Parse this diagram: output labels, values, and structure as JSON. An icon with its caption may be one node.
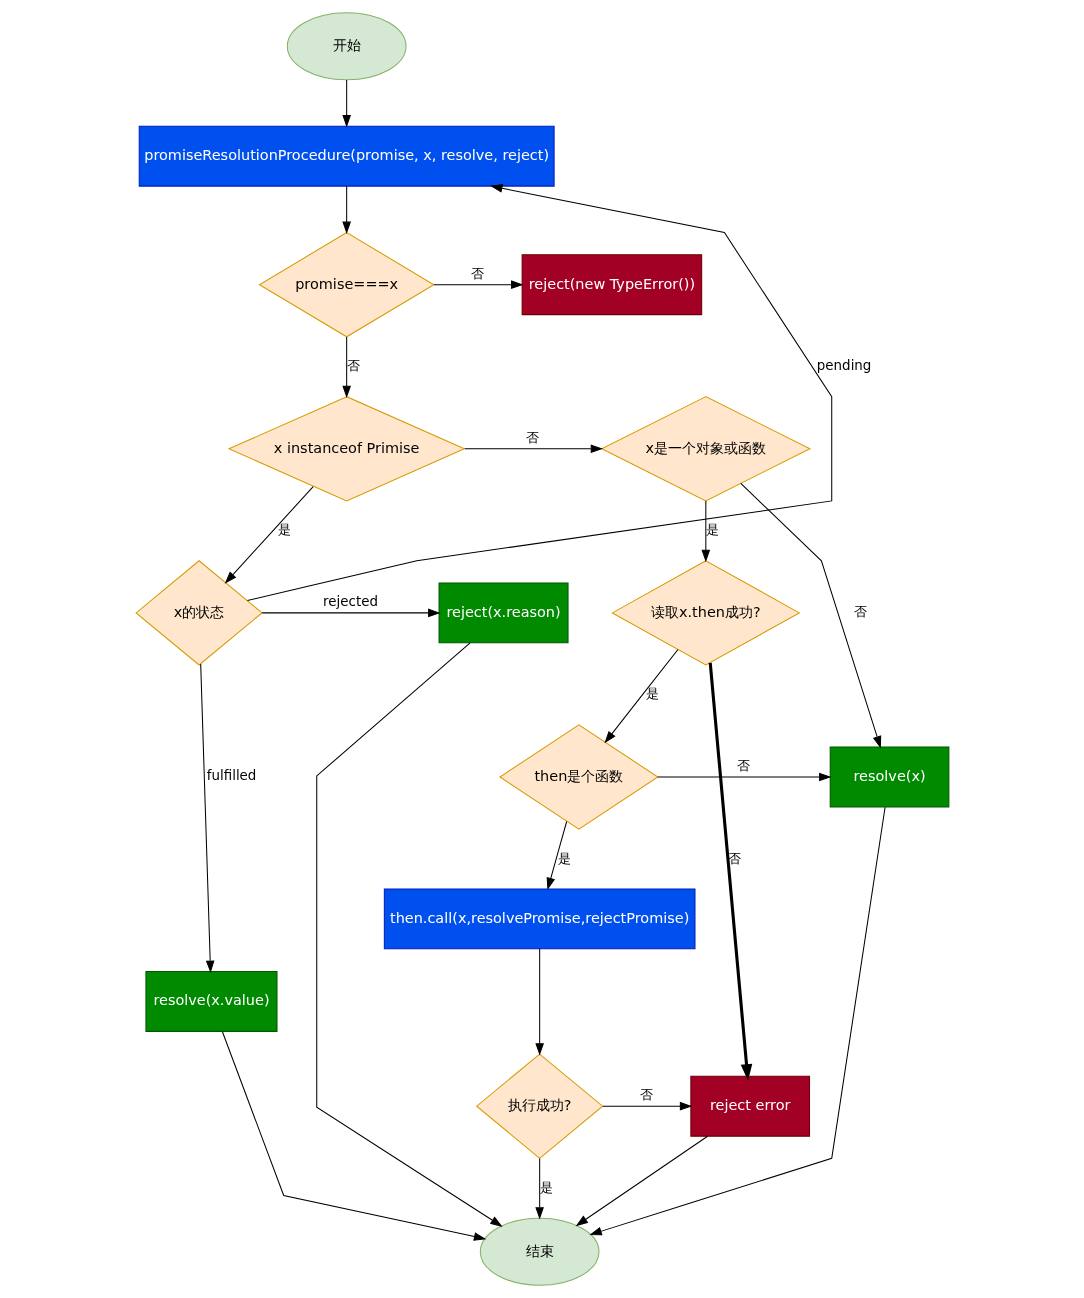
{
  "diagram": {
    "nodes": [
      {
        "text": [
          "开始"
        ]
      },
      {
        "text": [
          "promiseResolutionProcedure(promise, x, resolve, reject)"
        ]
      },
      {
        "text": [
          "promise===x"
        ]
      },
      {
        "text": [
          "reject(new TypeError())"
        ]
      },
      {
        "text": [
          "x instanceof Primise"
        ]
      },
      {
        "text": [
          "x是一个对象或函数"
        ]
      },
      {
        "text": [
          "x的状态"
        ]
      },
      {
        "text": [
          "reject(x.reason)"
        ]
      },
      {
        "text": [
          "读取x.then成功?"
        ]
      },
      {
        "text": [
          "then是个函数"
        ]
      },
      {
        "text": [
          "resolve(x)"
        ]
      },
      {
        "text": [
          "resolve(x.value)"
        ]
      },
      {
        "text": [
          "then.call(x,resolvePromise,rejectPromise)"
        ]
      },
      {
        "text": [
          "执行成功?"
        ]
      },
      {
        "text": [
          "reject error"
        ]
      },
      {
        "text": [
          "结束"
        ]
      }
    ],
    "edges": [
      {
        "from": 0,
        "to": 1,
        "arrow": "to"
      },
      {
        "from": 1,
        "to": 2,
        "arrow": "to"
      },
      {
        "from": 2,
        "to": 3,
        "arrow": "to",
        "label": "否"
      },
      {
        "from": 2,
        "to": 4,
        "arrow": "to",
        "label": "否"
      },
      {
        "from": 4,
        "to": 5,
        "arrow": "to",
        "label": "否"
      },
      {
        "from": 4,
        "to": 6,
        "arrow": "to",
        "label": "是"
      },
      {
        "from": 6,
        "to": 1,
        "arrow": "to",
        "label": "pending"
      },
      {
        "from": 6,
        "to": 7,
        "arrow": "to",
        "label": "rejected"
      },
      {
        "from": 6,
        "to": 11,
        "arrow": "to",
        "label": "fulfilled"
      },
      {
        "from": 5,
        "to": 10,
        "arrow": "to",
        "label": "否"
      },
      {
        "from": 5,
        "to": 8,
        "arrow": "to",
        "label": "是"
      },
      {
        "from": 8,
        "to": 14,
        "arrow": "to",
        "label": "否",
        "style": "thick"
      },
      {
        "from": 8,
        "to": 9,
        "arrow": "to",
        "label": "是"
      },
      {
        "from": 9,
        "to": 10,
        "arrow": "to",
        "label": "否"
      },
      {
        "from": 9,
        "to": 12,
        "arrow": "to",
        "label": "是"
      },
      {
        "from": 12,
        "to": 13,
        "arrow": "to"
      },
      {
        "from": 13,
        "to": 14,
        "arrow": "to",
        "label": "否"
      },
      {
        "from": 13,
        "to": 15,
        "arrow": "to",
        "label": "是"
      },
      {
        "from": 11,
        "to": 15,
        "arrow": "to"
      },
      {
        "from": 7,
        "to": 15,
        "arrow": "to"
      },
      {
        "from": 14,
        "to": 15,
        "arrow": "to"
      },
      {
        "from": 10,
        "to": 15,
        "arrow": "to"
      }
    ]
  }
}
